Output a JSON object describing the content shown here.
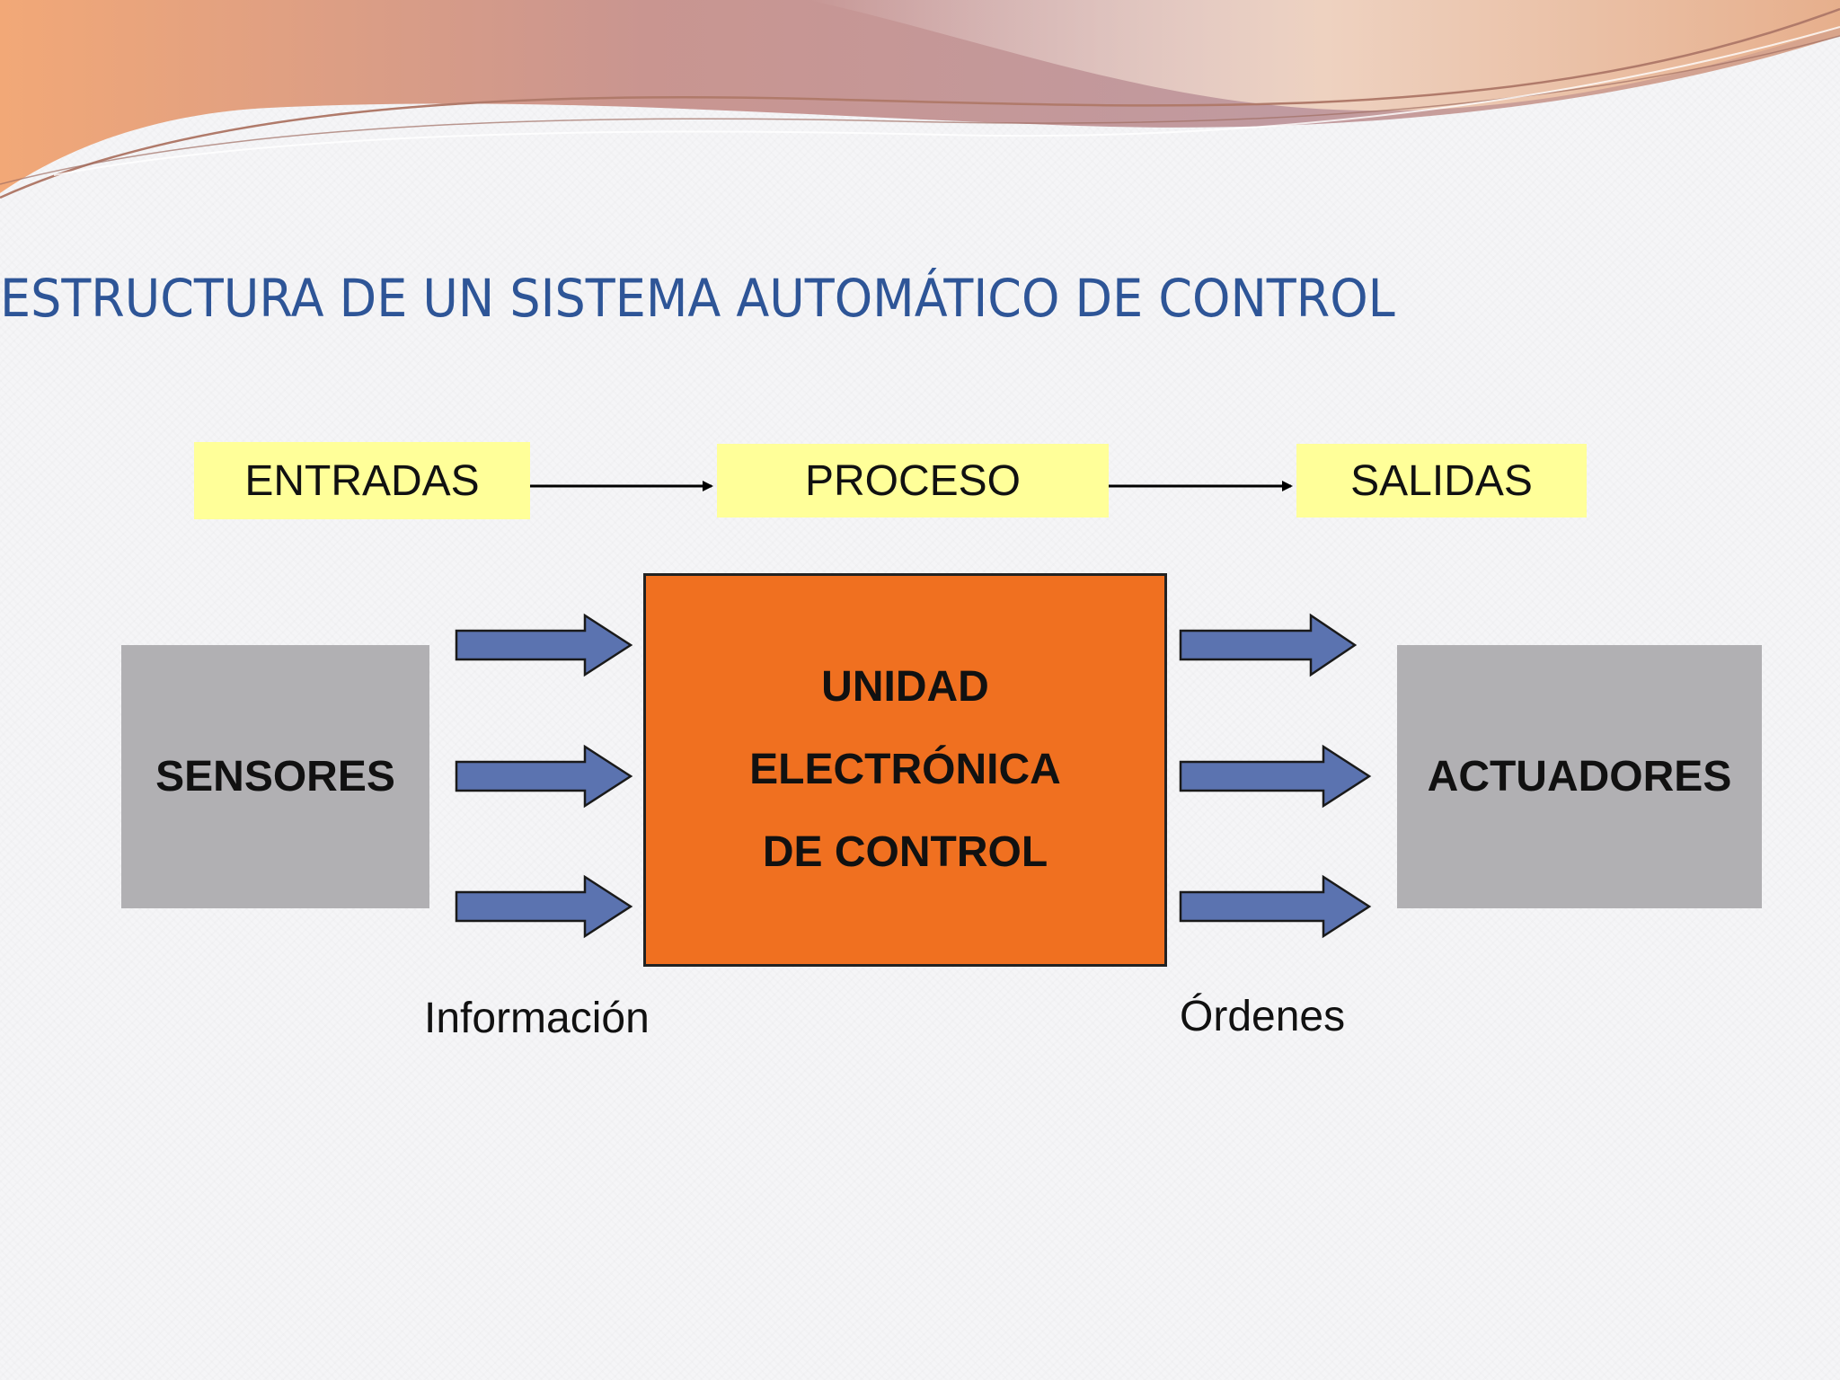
{
  "title": "ESTRUCTURA DE UN SISTEMA AUTOMÁTICO DE CONTROL",
  "phases": {
    "inputs": "ENTRADAS",
    "process": "PROCESO",
    "outputs": "SALIDAS"
  },
  "blocks": {
    "sensors": "SENSORES",
    "control_line1": "UNIDAD",
    "control_line2": "ELECTRÓNICA",
    "control_line3": "DE CONTROL",
    "actuators": "ACTUADORES"
  },
  "captions": {
    "information": "Información",
    "orders": "Órdenes"
  },
  "colors": {
    "title": "#2e5597",
    "phase_highlight": "#ffff99",
    "control_unit": "#f07020",
    "sensor_actuator": "#b1b0b3",
    "arrow_fill": "#5b73b0"
  }
}
